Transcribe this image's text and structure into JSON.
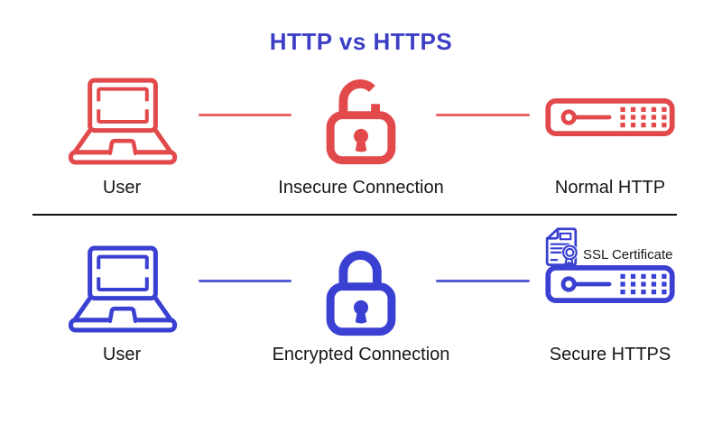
{
  "title": "HTTP vs HTTPS",
  "colors": {
    "red": "#e2494b",
    "blue": "#3a40d2",
    "title": "#3c3ec6",
    "text": "#17171c",
    "divider": "#111111",
    "background": "#ffffff"
  },
  "rows": [
    {
      "name": "HTTP",
      "user_label": "User",
      "connection_label": "Insecure Connection",
      "server_label": "Normal HTTP",
      "lock_state": "open"
    },
    {
      "name": "HTTPS",
      "user_label": "User",
      "connection_label": "Encrypted Connection",
      "server_label": "Secure HTTPS",
      "certificate_label": "SSL Certificate",
      "lock_state": "closed"
    }
  ],
  "icons": {
    "user": "laptop-icon",
    "insecure_connection": "padlock-open-icon",
    "encrypted_connection": "padlock-closed-icon",
    "http_server": "server-icon",
    "https_server": "server-icon",
    "certificate": "ssl-certificate-icon"
  }
}
